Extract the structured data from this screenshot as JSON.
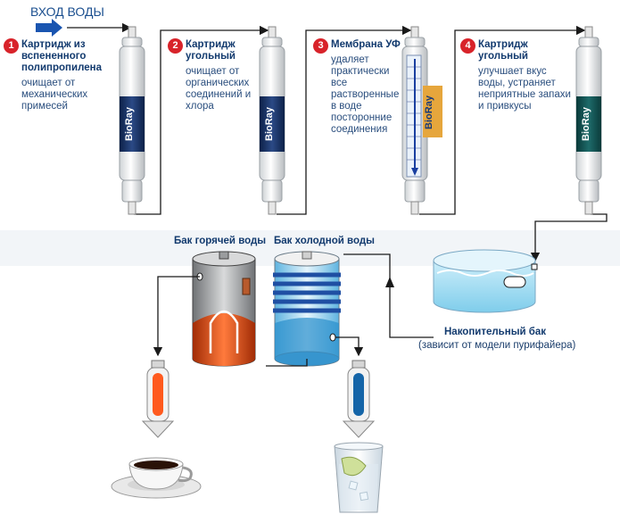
{
  "entry_label": "ВХОД ВОДЫ",
  "stages": [
    {
      "number": "1",
      "title": "Картридж из вспененного полипропилена",
      "desc": "очищает от механических примесей"
    },
    {
      "number": "2",
      "title": "Картридж угольный",
      "desc": "очищает от органических соединений и хлора"
    },
    {
      "number": "3",
      "title": "Мембрана УФ",
      "desc": "удаляет практически все растворенные в воде посторонние соединения"
    },
    {
      "number": "4",
      "title": "Картридж угольный",
      "desc": "улучшает вкус воды, устраняет неприятные запахи и привкусы"
    }
  ],
  "brand": "BioRay",
  "tanks": {
    "hot_label": "Бак горячей воды",
    "cold_label": "Бак холодной воды",
    "storage_label": "Накопительный бак",
    "storage_note": "(зависит от модели пурифайера)"
  },
  "colors": {
    "line": "#1a1a1a",
    "arrow_blue": "#1a55b0",
    "text": "#1a3d6b",
    "badge": "#d8232a",
    "hot": "#d9531c",
    "cold": "#3a9ad4"
  }
}
